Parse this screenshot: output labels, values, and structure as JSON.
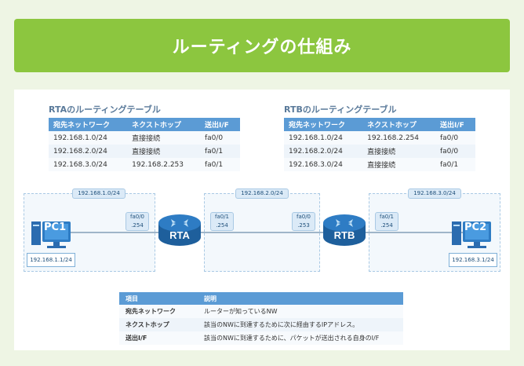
{
  "title": "ルーティングの仕組み",
  "rta_table": {
    "title": "RTAのルーティングテーブル",
    "headers": [
      "宛先ネットワーク",
      "ネクストホップ",
      "送出I/F"
    ],
    "rows": [
      [
        "192.168.1.0/24",
        "直接接続",
        "fa0/0"
      ],
      [
        "192.168.2.0/24",
        "直接接続",
        "fa0/1"
      ],
      [
        "192.168.3.0/24",
        "192.168.2.253",
        "fa0/1"
      ]
    ]
  },
  "rtb_table": {
    "title": "RTBのルーティングテーブル",
    "headers": [
      "宛先ネットワーク",
      "ネクストホップ",
      "送出I/F"
    ],
    "rows": [
      [
        "192.168.1.0/24",
        "192.168.2.254",
        "fa0/0"
      ],
      [
        "192.168.2.0/24",
        "直接接続",
        "fa0/0"
      ],
      [
        "192.168.3.0/24",
        "直接接続",
        "fa0/1"
      ]
    ]
  },
  "diagram": {
    "net1": "192.168.1.0/24",
    "net2": "192.168.2.0/24",
    "net3": "192.168.3.0/24",
    "pc1": {
      "label": "PC1",
      "ip": "192.168.1.1/24"
    },
    "pc2": {
      "label": "PC2",
      "ip": "192.168.3.1/24"
    },
    "rta": {
      "label": "RTA",
      "left_if": "fa0/0",
      "left_ip": ".254",
      "right_if": "fa0/1",
      "right_ip": ".254"
    },
    "rtb": {
      "label": "RTB",
      "left_if": "fa0/0",
      "left_ip": ".253",
      "right_if": "fa0/1",
      "right_ip": ".254"
    },
    "colors": {
      "network_bg": "#f3f8fc",
      "router": "#2e7cc4",
      "link": "#9fb5c9"
    }
  },
  "legend": {
    "headers": [
      "項目",
      "説明"
    ],
    "rows": [
      [
        "宛先ネットワーク",
        "ルーターが知っているNW"
      ],
      [
        "ネクストホップ",
        "該当のNWに到達するために次に経由するIPアドレス。"
      ],
      [
        "送出I/F",
        "該当のNWに到達するために、パケットが送出される自身のI/F"
      ]
    ]
  },
  "colors": {
    "banner": "#8cc63f",
    "background": "#eef5e4",
    "header": "#5b9bd5"
  }
}
